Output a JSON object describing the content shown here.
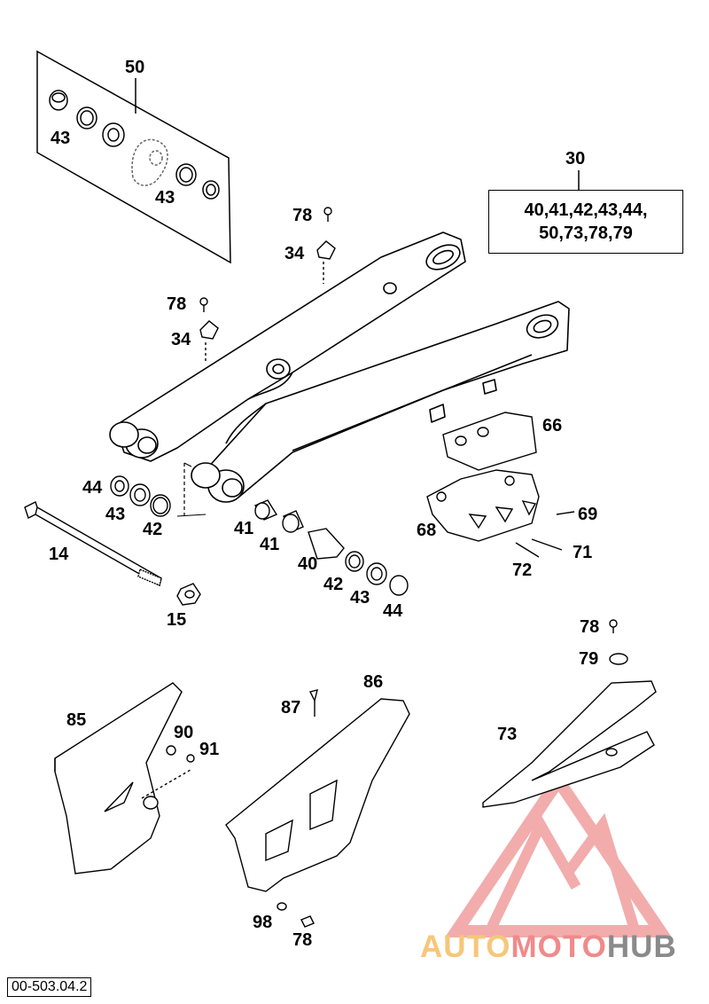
{
  "callouts": {
    "c50": "50",
    "c43a": "43",
    "c43b": "43",
    "c30": "30",
    "c78a": "78",
    "c34a": "34",
    "c78b": "78",
    "c34b": "34",
    "c66": "66",
    "c44a": "44",
    "c43c": "43",
    "c42a": "42",
    "c41a": "41",
    "c41b": "41",
    "c14": "14",
    "c68": "68",
    "c69": "69",
    "c71": "71",
    "c72": "72",
    "c40": "40",
    "c42b": "42",
    "c43d": "43",
    "c44b": "44",
    "c15": "15",
    "c78c": "78",
    "c79": "79",
    "c86": "86",
    "c85": "85",
    "c87": "87",
    "c90": "90",
    "c91": "91",
    "c73": "73",
    "c98": "98",
    "c78d": "78"
  },
  "kit_box": {
    "line1": "40,41,42,43,44,",
    "line2": "50,73,78,79"
  },
  "doc_ref": "00-503.04.2",
  "watermark": {
    "part1": "AUTO",
    "part2": "MOTO",
    "part3": "HUB",
    "colors": {
      "auto": "#f6c77a",
      "moto": "#f08a8a",
      "hub": "#8a8a8a"
    }
  }
}
